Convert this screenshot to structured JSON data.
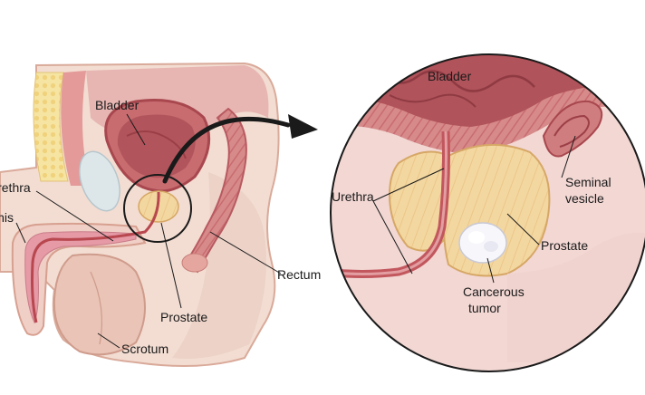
{
  "labels": {
    "left": {
      "bladder": "Bladder",
      "urethra": "Urethra",
      "penis": "Penis",
      "prostate": "Prostate",
      "rectum": "Rectum",
      "scrotum": "Scrotum"
    },
    "zoom": {
      "bladder": "Bladder",
      "urethra": "Urethra",
      "seminal_line1": "Seminal",
      "seminal_line2": "vesicle",
      "prostate": "Prostate",
      "tumor_line1": "Cancerous",
      "tumor_line2": "tumor"
    }
  },
  "colors": {
    "skin": "#f3ddd2",
    "skin_dark": "#dcae9e",
    "tissue_pink": "#e7a7a4",
    "muscle_red": "#c76a6d",
    "bladder_inner": "#b2545b",
    "prostate": "#f1d6a0",
    "fat": "#f6e5a6",
    "bone": "#dde7ea",
    "zoom_fill": "#f2d7d3",
    "tumor": "#ffffff"
  }
}
